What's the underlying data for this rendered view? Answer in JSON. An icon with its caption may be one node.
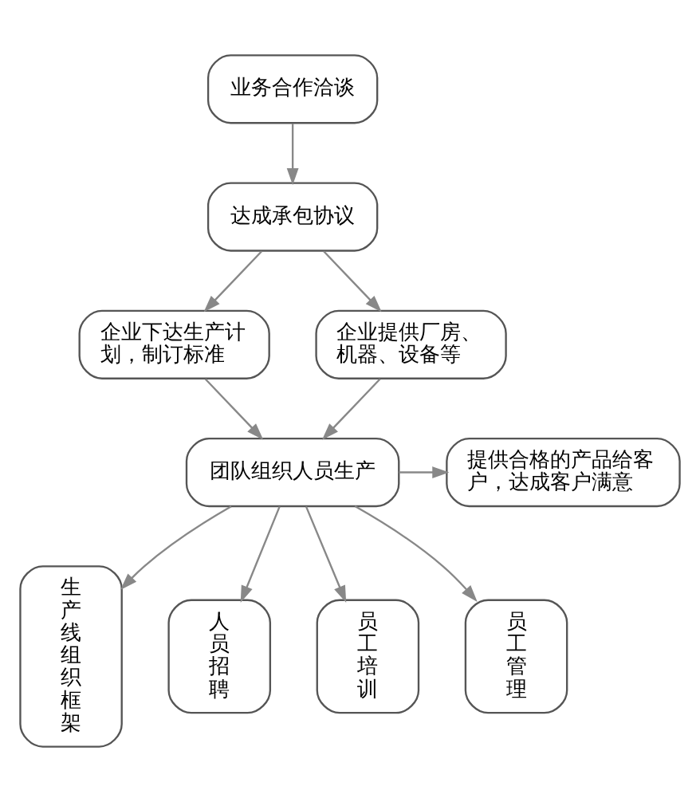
{
  "diagram": {
    "nodes": [
      {
        "text": [
          "业务合作洽谈"
        ]
      },
      {
        "text": [
          "达成承包协议"
        ]
      },
      {
        "text": [
          "企业下达生产计划，制订标准"
        ]
      },
      {
        "text": [
          "企业提供厂房、机器、设备等"
        ]
      },
      {
        "text": [
          "团队组织人员生产"
        ]
      },
      {
        "text": [
          "提供合格的产品给客户，达成客户满意"
        ]
      },
      {
        "text": [
          "生产线组织框架"
        ]
      },
      {
        "text": [
          "人员招聘"
        ]
      },
      {
        "text": [
          "员工培训"
        ]
      },
      {
        "text": [
          "员工管理"
        ]
      }
    ],
    "edges": [
      {
        "from": 0,
        "to": 1,
        "arrow": "to"
      },
      {
        "from": 1,
        "to": 2,
        "arrow": "to"
      },
      {
        "from": 1,
        "to": 3,
        "arrow": "to"
      },
      {
        "from": 2,
        "to": 4,
        "arrow": "to"
      },
      {
        "from": 3,
        "to": 4,
        "arrow": "to"
      },
      {
        "from": 4,
        "to": 5,
        "arrow": "to"
      },
      {
        "from": 4,
        "to": 6,
        "arrow": "to"
      },
      {
        "from": 4,
        "to": 7,
        "arrow": "to"
      },
      {
        "from": 4,
        "to": 8,
        "arrow": "to"
      },
      {
        "from": 4,
        "to": 9,
        "arrow": "to"
      }
    ]
  }
}
